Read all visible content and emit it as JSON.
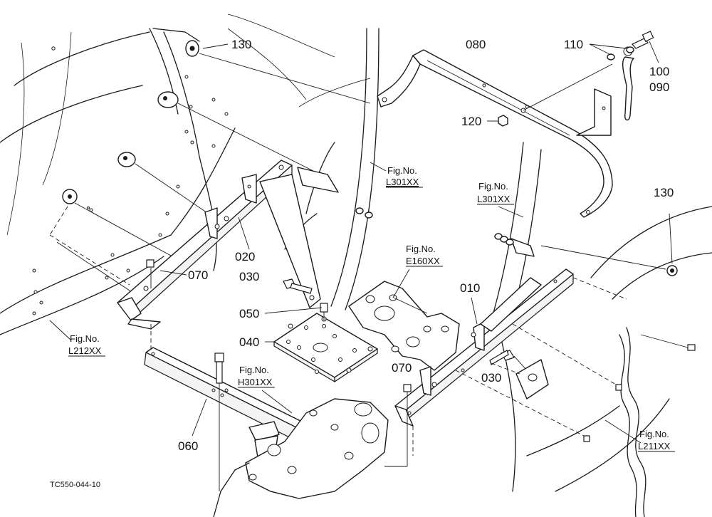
{
  "diagram": {
    "drawing_code": "TC550-044-10",
    "part_labels": {
      "p010": "010",
      "p020": "020",
      "p030a": "030",
      "p030b": "030",
      "p040": "040",
      "p050": "050",
      "p060": "060",
      "p070a": "070",
      "p070b": "070",
      "p080": "080",
      "p090": "090",
      "p100": "100",
      "p110": "110",
      "p120": "120",
      "p130a": "130",
      "p130b": "130"
    },
    "fig_refs": {
      "l301_center": {
        "title": "Fig.No.",
        "code": "L301XX"
      },
      "l301_right": {
        "title": "Fig.No.",
        "code": "L301XX"
      },
      "e160": {
        "title": "Fig.No.",
        "code": "E160XX"
      },
      "l212": {
        "title": "Fig.No.",
        "code": "L212XX"
      },
      "h301": {
        "title": "Fig.No.",
        "code": "H301XX"
      },
      "l211": {
        "title": "Fig.No.",
        "code": "L211XX"
      }
    }
  }
}
